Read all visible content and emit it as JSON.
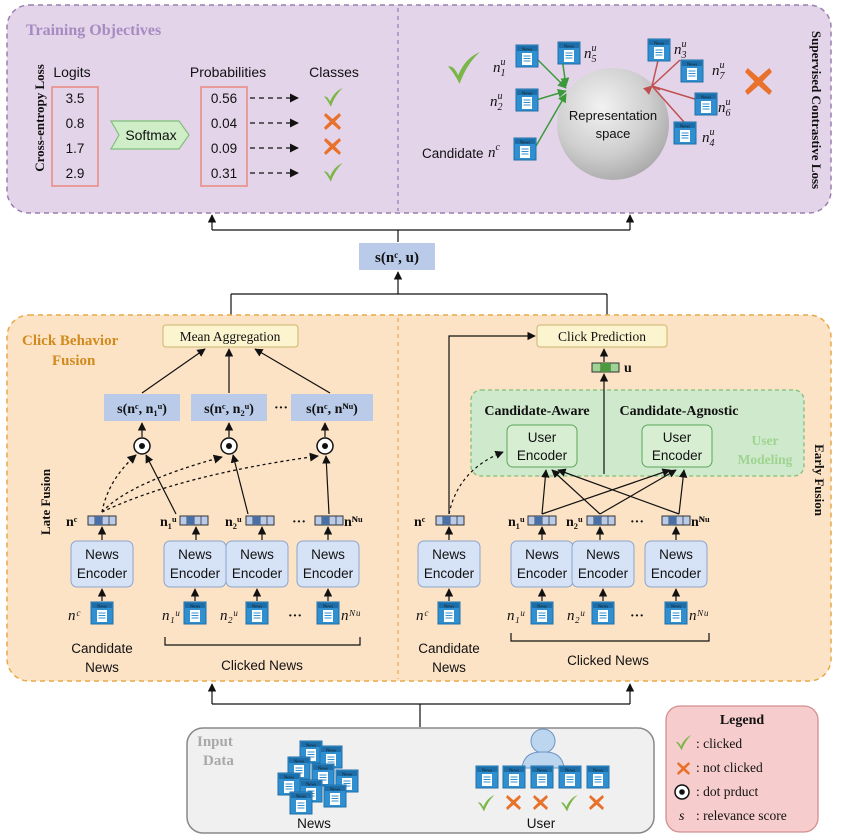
{
  "training": {
    "title": "Training Objectives",
    "ce_loss": "Cross-entropy Loss",
    "scl_loss": "Supervised Contrastive Loss",
    "logits_header": "Logits",
    "prob_header": "Probabilities",
    "classes_header": "Classes",
    "logits": [
      "3.5",
      "0.8",
      "1.7",
      "2.9"
    ],
    "probabilities": [
      "0.56",
      "0.04",
      "0.09",
      "0.31"
    ],
    "classes": [
      "clicked",
      "not_clicked",
      "not_clicked",
      "clicked"
    ],
    "softmax": "Softmax",
    "rep_space_line1": "Representation",
    "rep_space_line2": "space",
    "candidate_label": "Candidate",
    "nodes": {
      "n1": {
        "base": "n",
        "sup": "u",
        "sub": "1"
      },
      "n2": {
        "base": "n",
        "sup": "u",
        "sub": "2"
      },
      "n3": {
        "base": "n",
        "sup": "u",
        "sub": "3"
      },
      "n4": {
        "base": "n",
        "sup": "u",
        "sub": "4"
      },
      "n5": {
        "base": "n",
        "sup": "u",
        "sub": "5"
      },
      "n6": {
        "base": "n",
        "sup": "u",
        "sub": "6"
      },
      "n7": {
        "base": "n",
        "sup": "u",
        "sub": "7"
      },
      "nc": {
        "base": "n",
        "sup": "c"
      }
    }
  },
  "score": {
    "text": "s(nᶜ, u)"
  },
  "fusion": {
    "title_line1": "Click Behavior",
    "title_line2": "Fusion",
    "late": "Late Fusion",
    "early": "Early Fusion",
    "mean_agg": "Mean Aggregation",
    "click_pred": "Click Prediction",
    "scores": [
      "s(nᶜ, n₁ᵘ)",
      "s(nᶜ, n₂ᵘ)",
      "s(nᶜ, nᴺᵘ)"
    ],
    "dots": "···",
    "u_label": "u",
    "cand_aware": "Candidate-Aware",
    "cand_agnostic": "Candidate-Agnostic",
    "user_modeling_line1": "User",
    "user_modeling_line2": "Modeling",
    "user_encoder_line1": "User",
    "user_encoder_line2": "Encoder",
    "news_encoder_line1": "News",
    "news_encoder_line2": "Encoder",
    "candidate_news_line1": "Candidate",
    "candidate_news_line2": "News",
    "clicked_news": "Clicked News",
    "vec_labels": [
      "nᶜ",
      "n₁ᵘ",
      "n₂ᵘ",
      "nᴺᵘ"
    ],
    "input_labels": [
      "nᶜ",
      "n₁ᵘ",
      "n₂ᵘ",
      "nᴺᵘ"
    ]
  },
  "input": {
    "title_line1": "Input",
    "title_line2": "Data",
    "news": "News",
    "user": "User",
    "user_history": [
      "clicked",
      "not_clicked",
      "not_clicked",
      "clicked",
      "not_clicked"
    ]
  },
  "legend": {
    "title": "Legend",
    "clicked": ": clicked",
    "not_clicked": ": not clicked",
    "dot_product": ": dot prduct",
    "s_symbol": "s",
    "relevance": ": relevance score"
  },
  "colors": {
    "training_bg": "#e4d4ea",
    "training_border": "#9a7fb0",
    "training_title": "#a68bc0",
    "fusion_bg": "#fde3c6",
    "fusion_border": "#e9a94a",
    "fusion_title": "#d08a1e",
    "user_modeling_bg": "#cfe9cc",
    "user_modeling_border": "#7fc07a",
    "user_modeling_text": "#9dd48f",
    "score_box": "#b9cbe8",
    "encoder_box": "#d6e2f6",
    "agg_box": "#fcf4cf",
    "legend_bg": "#f6cccd",
    "legend_border": "#d29090",
    "input_bg": "#f0f0f0",
    "input_border": "#888888",
    "green_check": "#7ab648",
    "red_x": "#e8712b",
    "news_icon": "#2f8fd1",
    "arrow_green": "#3b9b3b",
    "arrow_red": "#c05050",
    "sphere": "#c9c9c9"
  }
}
